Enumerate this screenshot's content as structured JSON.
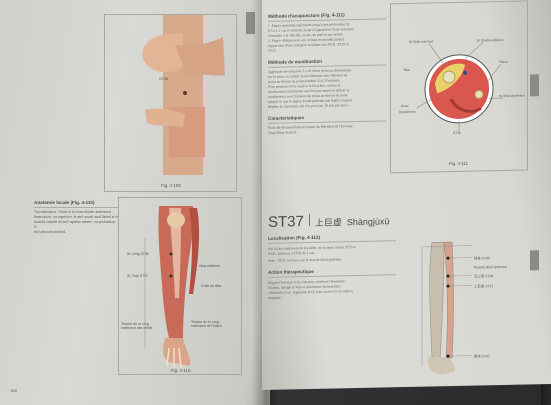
{
  "left_page": {
    "top_figure_caption": "Fig. 4-109",
    "top_figure_label": "ST36",
    "anatomy_heading": "Anatomie locale (Fig. 4-110)",
    "anatomy_text": [
      "Vascularisation : Artère et la veine tibiales antérieures.",
      "Innervation : en superficie, le nerf cutané sural latéral et le",
      "branche cutanée du nerf saphène interne ; en profondeur, le",
      "nerf péronier profond."
    ],
    "figure_labels": {
      "st36": "St. Leng ST36",
      "st37": "St. Xuju ST37",
      "bone_muscle": "tibial antérieur",
      "crest": "Crête du tibia",
      "tendon": "Tendon du m. long extenseur de l'hallux",
      "tendon_toes": "Tendon du m. long extenseur des orteils"
    },
    "bottom_figure_caption": "Fig. 4-110",
    "page_number": "158"
  },
  "right_page": {
    "method_heading": "Méthode d'acupuncture (Fig. 4-111)",
    "method_text": [
      "1. Piquer perpendiculairement jusqu'à une profondeur de",
      "0,5 à 1,2 cun et stimuler jusqu'à l'apparition d'une sensation",
      "s'étendant à la cheville, au dos du pied et aux orteils.",
      "2. Piquer obliquement vers le haut et stimuler jusqu'à",
      "l'apparition d'une sensation irradiant vers ST31, ST29 et",
      "ST25."
    ],
    "moxa_heading": "Méthode de moxibustion",
    "moxa_text": [
      "Appliquer moxibustion 5 à 10 cônes de moxa directement",
      "sur la peau, ou utiliser la moxibustion avec bâtonnet de",
      "moxa au-dessus du point pendant 10 à 20 minutes.",
      "Pour promouvoir la santé et le bien-être, utiliser la",
      "moxibustion cicatrisante une fois par année ou utiliser la",
      "moxibustion avec bâtonnet de moxa au-dessus du point",
      "jusqu'à ce que la région locale présente une légère rougeur.",
      "Répéter le traitement une fois par jour, 10 fois par mois."
    ],
    "char_heading": "Caractéristiques",
    "char_text": [
      "Point He-Rassemblement-Entrée du Méridien de l'Estomac",
      "Yang Ming du pied."
    ],
    "section_labels": {
      "top_left": "M. tibial antérieur",
      "top_right": "M. tibialis antérieur",
      "fibula": "Fibula",
      "tibia": "Tibia",
      "post": "M. tibial postérieur",
      "peau": "Peau",
      "hypo": "Hypoderme",
      "st36": "ST36"
    },
    "fig_111_caption": "Fig. 4-111",
    "point_code": "ST37",
    "point_cn": "上巨虚",
    "point_pinyin": "Shàngjùxū",
    "loc_heading": "Localisation (Fig. 4-112)",
    "loc_text": [
      "Sur la face antérieure de la jambe, sur la ligne reliant ST35 et",
      "ST41, inférieur à ST36 de 3 cun.",
      "Note : ST37 se trouve sur le muscle tibial antérieur."
    ],
    "action_heading": "Action thérapeutique",
    "action_text": [
      "Régule l'Estomac et les Intestins, renforce l'Humidité-",
      "Chaleur, dissipe le Vent et désobstrue les branches",
      "collatérales Luo, régularise le Qi pour activer la circulation",
      "sanguine."
    ],
    "leg_labels": {
      "st35": "犊鼻 ST35",
      "st36": "足三里 ST36",
      "st37": "上巨虚 ST37",
      "muscle": "Muscle tibial antérieur",
      "st41": "解溪 ST41"
    }
  }
}
